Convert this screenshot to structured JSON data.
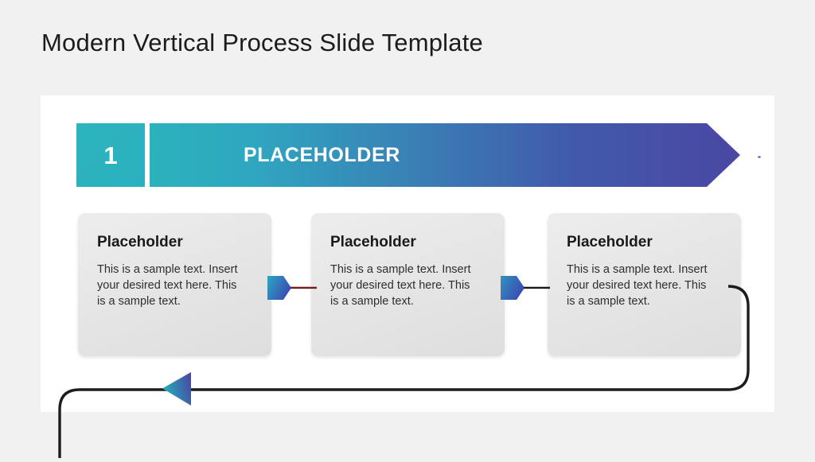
{
  "slide": {
    "title": "Modern Vertical Process Slide Template",
    "background_color": "#f1f1f1",
    "panel_color": "#ffffff"
  },
  "banner": {
    "number": "1",
    "label": "PLACEHOLDER",
    "icon": "open-door-icon",
    "number_box_color": "#2cb5bd",
    "gradient_start": "#2bb2bd",
    "gradient_mid": "#3a7fb5",
    "gradient_end": "#4a47a3",
    "arrow_tip_color": "#4a47a3",
    "label_color": "#ffffff"
  },
  "cards": [
    {
      "title": "Placeholder",
      "body": "This is a sample text. Insert your desired text here. This is a sample text."
    },
    {
      "title": "Placeholder",
      "body": "This is a sample text. Insert your desired text here. This is a sample text."
    },
    {
      "title": "Placeholder",
      "body": "This is a sample text. Insert your desired text here. This is a sample text."
    }
  ],
  "connectors": [
    {
      "name": "connector-arrow-1",
      "arrow_color_start": "#2aa8c4",
      "arrow_color_end": "#3c4bb0",
      "line_color": "#7a1a1a"
    },
    {
      "name": "connector-arrow-2",
      "arrow_color_start": "#2f93c2",
      "arrow_color_end": "#3c4bb0",
      "line_color": "#1a1a1a"
    }
  ],
  "loop": {
    "name": "process-loop-connector",
    "line_color": "#1d1d1d",
    "arrow_color_start": "#21b3bd",
    "arrow_color_end": "#4a47a3"
  }
}
